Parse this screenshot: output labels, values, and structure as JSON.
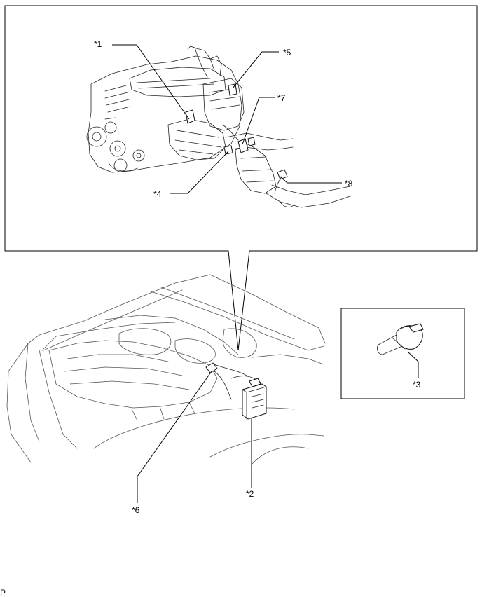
{
  "callouts": {
    "c1": "*1",
    "c2": "*2",
    "c3": "*3",
    "c4": "*4",
    "c5": "*5",
    "c6": "*6",
    "c7": "*7",
    "c8": "*8"
  },
  "footer_code": "P"
}
